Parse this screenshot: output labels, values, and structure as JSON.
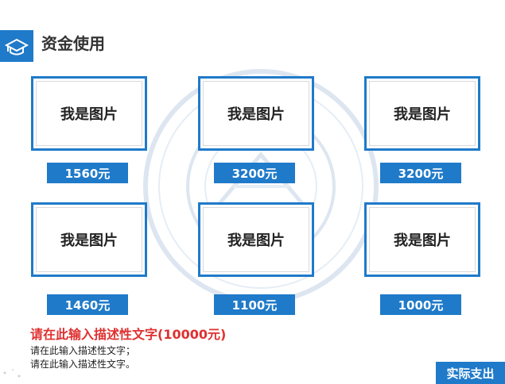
{
  "header": {
    "title": "资金使用",
    "icon": "graduation-cap-icon"
  },
  "cards": [
    {
      "label": "我是图片",
      "price": "1560元"
    },
    {
      "label": "我是图片",
      "price": "3200元"
    },
    {
      "label": "我是图片",
      "price": "3200元"
    },
    {
      "label": "我是图片",
      "price": "1460元"
    },
    {
      "label": "我是图片",
      "price": "1100元"
    },
    {
      "label": "我是图片",
      "price": "1000元"
    }
  ],
  "description": {
    "title": "请在此输入描述性文字(10000元)",
    "lines": [
      "请在此输入描述性文字；",
      "请在此输入描述性文字。"
    ]
  },
  "footer": {
    "button_label": "实际支出"
  },
  "colors": {
    "accent": "#1f7ac9",
    "highlight": "#e03030"
  }
}
